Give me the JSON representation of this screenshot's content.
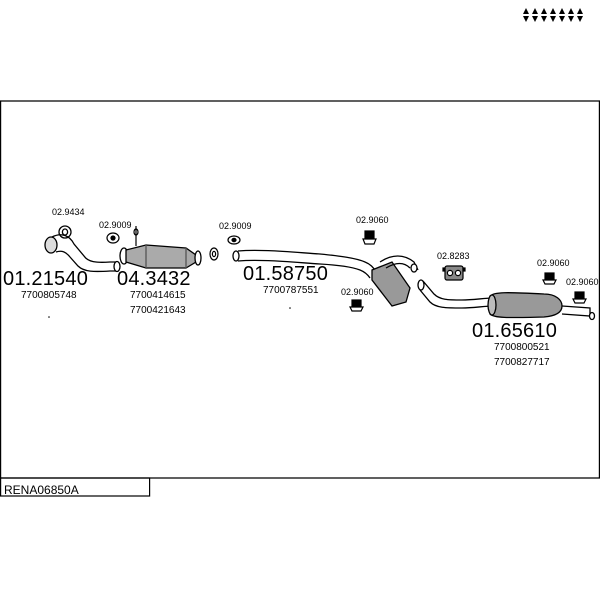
{
  "diagram_code": "RENA06850A",
  "assemblies": [
    {
      "part": "01.21540",
      "oe": [
        "7700805748"
      ]
    },
    {
      "part": "04.3432",
      "oe": [
        "7700414615",
        "7700421643"
      ]
    },
    {
      "part": "01.58750",
      "oe": [
        "7700787551"
      ]
    },
    {
      "part": "01.65610",
      "oe": [
        "7700800521",
        "7700827717"
      ]
    }
  ],
  "fittings": [
    "02.9434",
    "02.9009",
    "02.9009",
    "02.9060",
    "02.9060",
    "02.8283",
    "02.9060",
    "02.9060"
  ],
  "colors": {
    "line": "#000000",
    "shade": "#888888",
    "background": "#ffffff"
  }
}
